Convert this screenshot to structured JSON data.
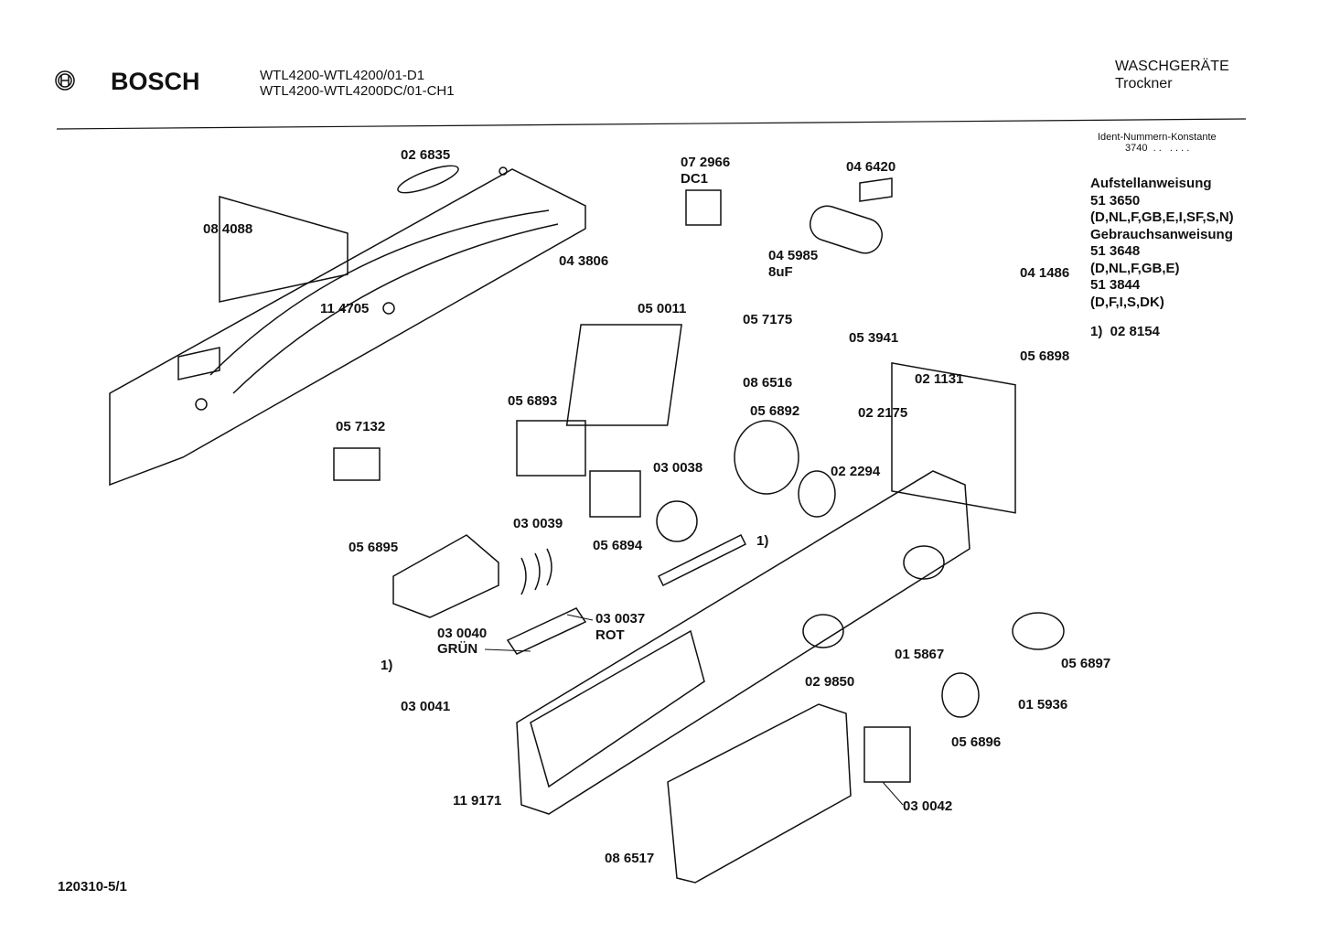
{
  "header": {
    "brand": "BOSCH",
    "models": [
      "WTL4200-WTL4200/01-D1",
      "WTL4200-WTL4200DC/01-CH1"
    ],
    "category": "WASCHGERÄTE",
    "subcategory": "Trockner"
  },
  "ident": {
    "label": "Ident-Nummern-Konstante",
    "value": "3740  . .   . . . ."
  },
  "docs": [
    "Aufstellanweisung",
    "51 3650",
    "(D,NL,F,GB,E,I,SF,S,N)",
    "Gebrauchsanweisung",
    "51 3648",
    "(D,NL,F,GB,E)",
    "51 3844",
    "(D,F,I,S,DK)"
  ],
  "footnote": "1)  02 8154",
  "page_code": "120310-5/1",
  "parts": [
    "02 6835",
    "08 4088",
    "04 3806",
    "11 4705",
    "07 2966",
    "DC1",
    "04 6420",
    "04 5985",
    "8uF",
    "04 1486",
    "05 0011",
    "05 7175",
    "05 3941",
    "05 6898",
    "02 1131",
    "08 6516",
    "05 6893",
    "05 6892",
    "02 2175",
    "05 7132",
    "03 0038",
    "02 2294",
    "03 0039",
    "05 6895",
    "05 6894",
    "1)",
    "03 0037",
    "ROT",
    "03 0040",
    "GRÜN",
    "01 5867",
    "05 6897",
    "1)",
    "02 9850",
    "03 0041",
    "01 5936",
    "05 6896",
    "11 9171",
    "03 0042",
    "08 6517"
  ]
}
